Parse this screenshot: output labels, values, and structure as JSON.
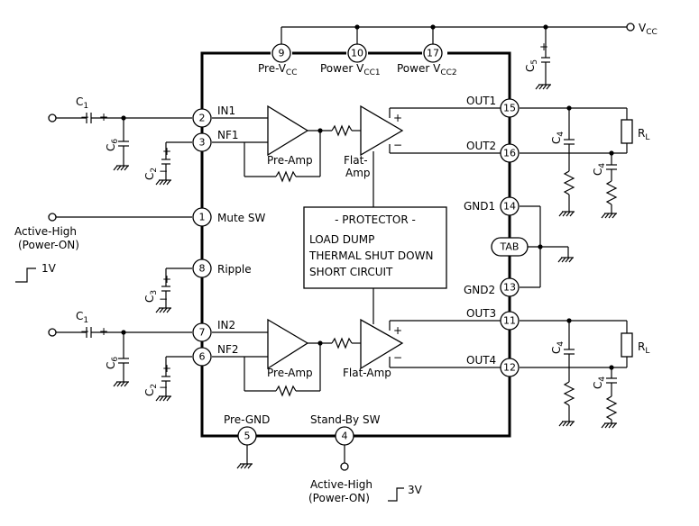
{
  "supply": {
    "vcc": "V",
    "vcc_sub": "CC"
  },
  "pins": {
    "p1": "1",
    "p2": "2",
    "p3": "3",
    "p4": "4",
    "p5": "5",
    "p6": "6",
    "p7": "7",
    "p8": "8",
    "p9": "9",
    "p10": "10",
    "p11": "11",
    "p12": "12",
    "p13": "13",
    "p14": "14",
    "p15": "15",
    "p16": "16",
    "p17": "17"
  },
  "pin_labels": {
    "pre_vcc": "Pre-V",
    "pre_vcc_sub": "CC",
    "power_vcc1": "Power V",
    "power_vcc1_sub": "CC1",
    "power_vcc2": "Power V",
    "power_vcc2_sub": "CC2",
    "in1": "IN1",
    "nf1": "NF1",
    "mute_sw": "Mute SW",
    "ripple": "Ripple",
    "in2": "IN2",
    "nf2": "NF2",
    "pre_gnd": "Pre-GND",
    "standby_sw": "Stand-By SW",
    "out1": "OUT1",
    "out2": "OUT2",
    "gnd1": "GND1",
    "gnd2": "GND2",
    "out3": "OUT3",
    "out4": "OUT4",
    "tab": "TAB"
  },
  "blocks": {
    "pre_amp": "Pre-Amp",
    "flat_amp_line1": "Flat-",
    "flat_amp_line2": "Amp",
    "flat_amp": "Flat-Amp",
    "plus": "+",
    "minus": "−"
  },
  "protector": {
    "title": "- PROTECTOR -",
    "line1": "LOAD DUMP",
    "line2": "THERMAL SHUT DOWN",
    "line3": "SHORT CIRCUIT"
  },
  "components": {
    "c": "C",
    "c1": "1",
    "c2": "2",
    "c3": "3",
    "c4": "4",
    "c5": "5",
    "c6": "6",
    "rl": "R",
    "rl_sub": "L"
  },
  "signals": {
    "mute_active_line1": "Active-High",
    "mute_active_line2": "(Power-ON)",
    "mute_level": "1V",
    "standby_active_line1": "Active-High",
    "standby_active_line2": "(Power-ON)",
    "standby_level": "3V"
  }
}
